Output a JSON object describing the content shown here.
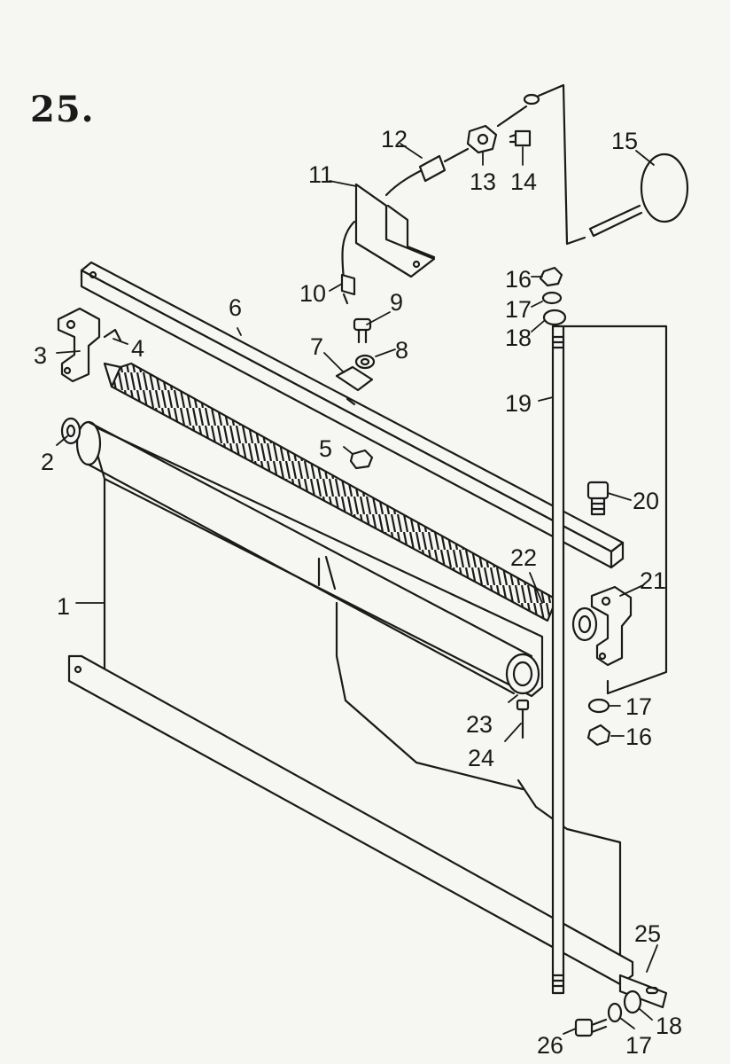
{
  "figure_number": "25.",
  "part_labels": {
    "p1": "1",
    "p2": "2",
    "p3": "3",
    "p4": "4",
    "p5": "5",
    "p6": "6",
    "p7": "7",
    "p8": "8",
    "p9": "9",
    "p10": "10",
    "p11": "11",
    "p12": "12",
    "p13": "13",
    "p14": "14",
    "p15": "15",
    "p16a": "16",
    "p16b": "16",
    "p17a": "17",
    "p17b": "17",
    "p17c": "17",
    "p18a": "18",
    "p18b": "18",
    "p19": "19",
    "p20": "20",
    "p21": "21",
    "p22": "22",
    "p23": "23",
    "p24": "24",
    "p25": "25",
    "p26": "26"
  },
  "colors": {
    "ink": "#1a1a1a",
    "paper": "#f6f6f3"
  }
}
